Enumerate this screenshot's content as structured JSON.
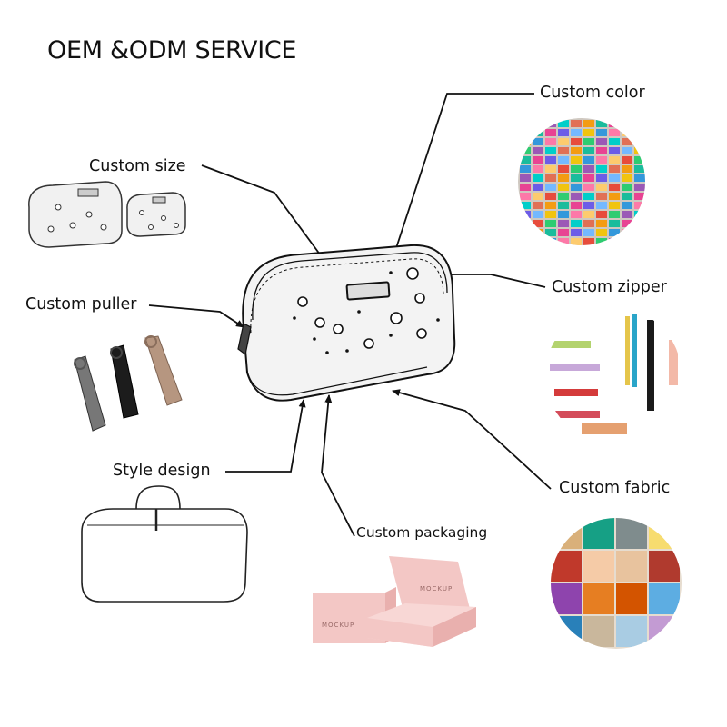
{
  "title": "OEM &ODM SERVICE",
  "labels": {
    "color": "Custom color",
    "size": "Custom size",
    "zipper": "Custom zipper",
    "puller": "Custom puller",
    "style": "Style design",
    "fabric": "Custom fabric",
    "packaging": "Custom packaging"
  },
  "box_text": "MOCKUP",
  "colors": {
    "line": "#111111",
    "pouch_fill": "#f3f3f3",
    "box_pink": "#f3c7c5",
    "box_pink_dark": "#e9b0ae"
  }
}
